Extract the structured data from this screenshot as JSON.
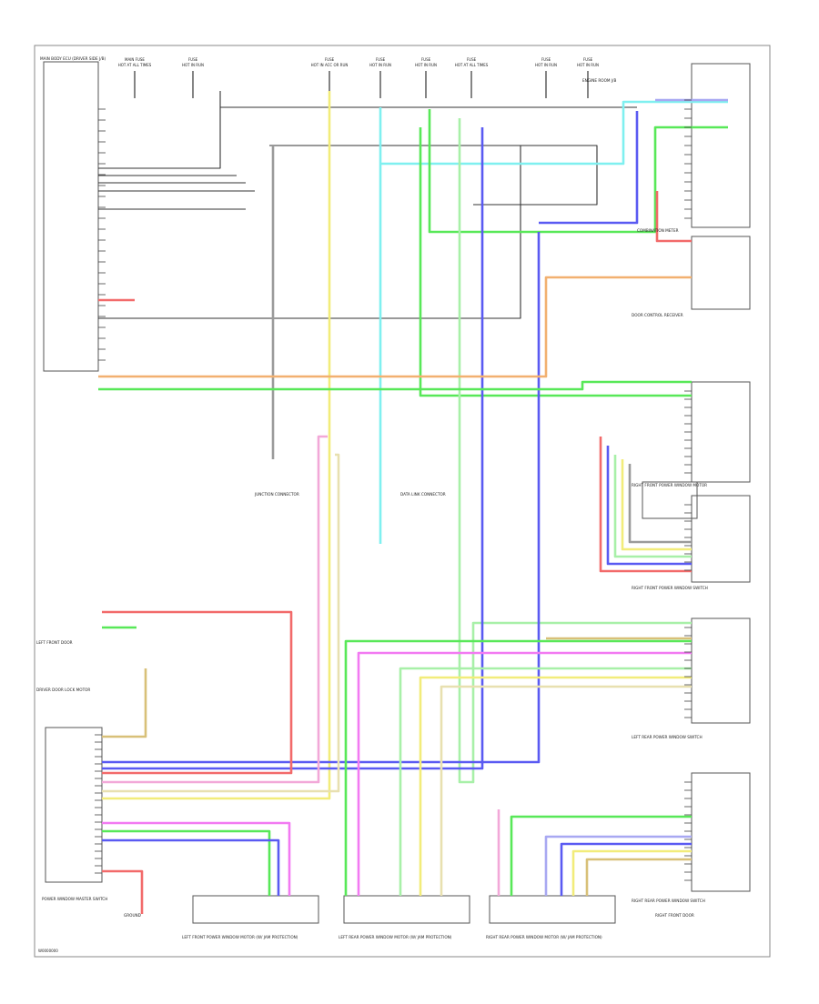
{
  "diagram": {
    "footer_code": "W0000000",
    "fuses": [
      {
        "name": "MAIN FUSE",
        "sub": "HOT AT ALL TIMES"
      },
      {
        "name": "FUSE",
        "sub": "HOT IN RUN"
      },
      {
        "name": "FUSE",
        "sub": "HOT IN ACC OR RUN"
      },
      {
        "name": "FUSE",
        "sub": "HOT IN RUN"
      },
      {
        "name": "FUSE",
        "sub": "HOT IN RUN"
      },
      {
        "name": "FUSE",
        "sub": "HOT AT ALL TIMES"
      },
      {
        "name": "FUSE",
        "sub": "HOT IN RUN"
      },
      {
        "name": "FUSE",
        "sub": "HOT IN RUN"
      }
    ],
    "components": {
      "main_body_ecu": "MAIN BODY ECU (DRIVER SIDE J/B)",
      "power_window_master": "POWER WINDOW MASTER SWITCH",
      "driver_door_lock": "DRIVER DOOR LOCK MOTOR",
      "left_front_motor": "LEFT FRONT POWER WINDOW MOTOR (W/ JAM PROTECTION)",
      "left_rear_motor": "LEFT REAR POWER WINDOW MOTOR (W/ JAM PROTECTION)",
      "right_rear_motor": "RIGHT REAR POWER WINDOW MOTOR (W/ JAM PROTECTION)",
      "right_front_motor": "RIGHT FRONT POWER WINDOW MOTOR",
      "right_front_switch": "RIGHT FRONT POWER WINDOW SWITCH",
      "left_rear_switch": "LEFT REAR POWER WINDOW SWITCH",
      "right_rear_switch": "RIGHT REAR POWER WINDOW SWITCH",
      "combination_meter": "COMBINATION METER",
      "door_control_receiver": "DOOR CONTROL RECEIVER",
      "engine_room_jb": "ENGINE ROOM J/B",
      "data_link": "DATA LINK CONNECTOR",
      "junction_connector": "JUNCTION CONNECTOR"
    },
    "notes": {
      "ground": "GROUND",
      "left_front_door": "LEFT FRONT DOOR",
      "right_front_door": "RIGHT FRONT DOOR"
    }
  }
}
